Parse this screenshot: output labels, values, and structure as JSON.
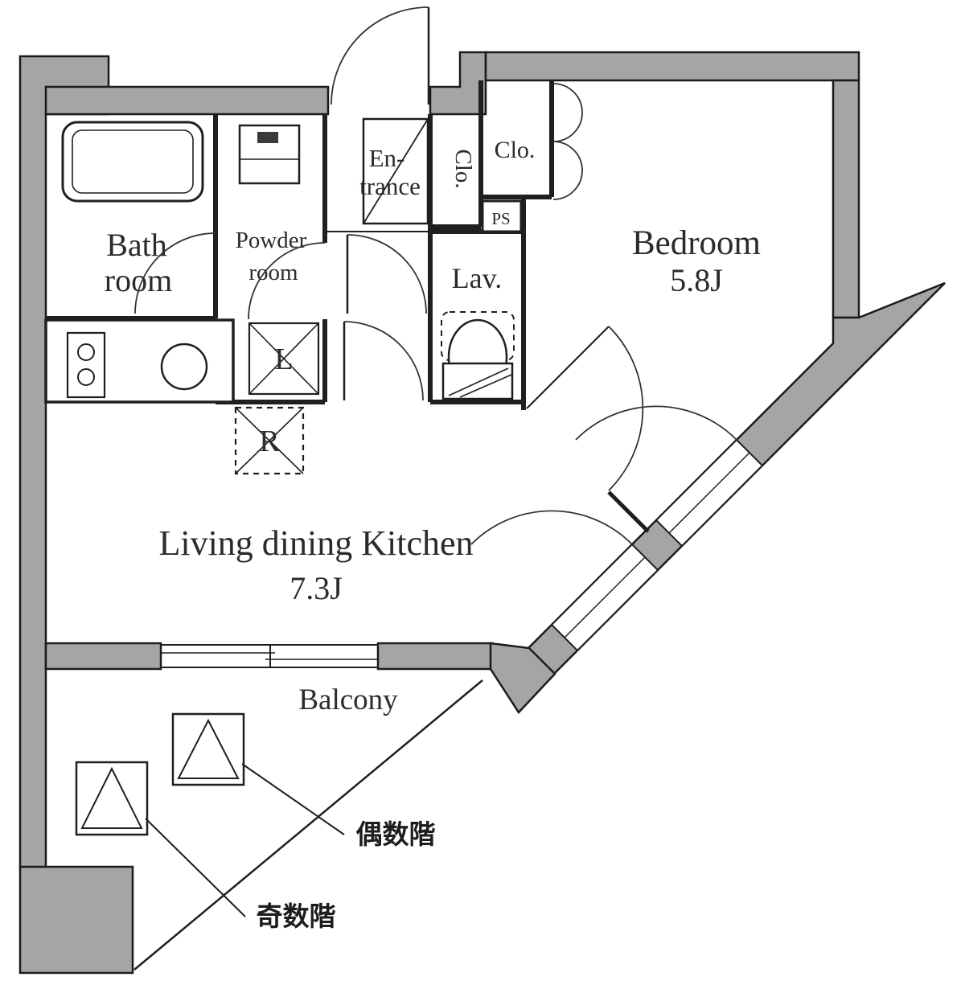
{
  "colors": {
    "wall_fill": "#a5a5a5",
    "wall_outline": "#1b1b1b",
    "line": "#1f1f1f",
    "text": "#2b2b2b",
    "background": "#ffffff"
  },
  "rooms": {
    "bathroom": {
      "line1": "Bath",
      "line2": "room"
    },
    "powder_room": {
      "line1": "Powder",
      "line2": "room"
    },
    "entrance": {
      "line1": "En-",
      "line2": "trance"
    },
    "hall_closet": {
      "label": "Clo."
    },
    "bedroom_closet": {
      "label": "Clo."
    },
    "pipe_space": {
      "label": "PS"
    },
    "lavatory": {
      "label": "Lav."
    },
    "bedroom": {
      "label": "Bedroom",
      "size": "5.8J"
    },
    "living_dining_kitchen": {
      "label": "Living dining Kitchen",
      "size": "7.3J"
    },
    "balcony": {
      "label": "Balcony"
    }
  },
  "fixtures": {
    "washer": {
      "label": "L"
    },
    "refrigerator": {
      "label": "R"
    }
  },
  "notes": {
    "even_floors": "偶数階",
    "odd_floors": "奇数階"
  }
}
